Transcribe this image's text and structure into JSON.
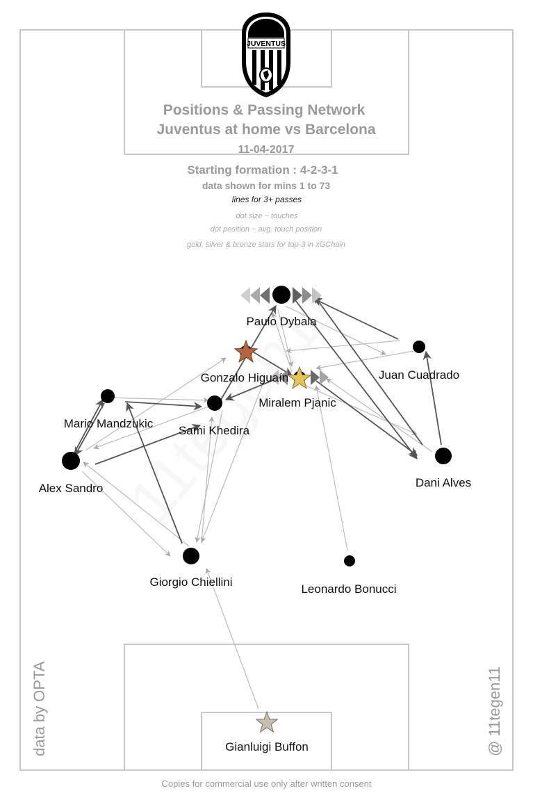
{
  "header": {
    "title_line1": "Positions & Passing Network",
    "title_line2": "Juventus at home vs Barcelona",
    "date": "11-04-2017",
    "formation": "Starting formation : 4-2-3-1",
    "minutes": "data shown for mins 1 to 73",
    "lines_note": "lines for 3+ passes",
    "legend_size": "dot size ~ touches",
    "legend_position": "dot position ~ avg. touch position",
    "legend_stars": "gold, silver & bronze stars for top-3 in xGChain"
  },
  "logo": {
    "text": "JUVENTUS",
    "icon": "juventus-crest-icon"
  },
  "credits": {
    "left": "data by OPTA",
    "right": "@ 11tegen11",
    "footer": "Copies for commercial use only after written consent"
  },
  "colors": {
    "pitch_line": "#c8c8c8",
    "dot": "#000000",
    "pass_dark": "#555555",
    "pass_light": "#bbbbbb",
    "gold_star": "#e3c45c",
    "silver_star": "#c6bfae",
    "bronze_star": "#b5663e",
    "header_text": "#9a9a9a"
  },
  "players": [
    {
      "id": "dybala",
      "name": "Paulo Dybala",
      "touches": "high",
      "star": ""
    },
    {
      "id": "higuain",
      "name": "Gonzalo Higuaín",
      "touches": "low",
      "star": "bronze"
    },
    {
      "id": "pjanic",
      "name": "Miralem Pjanic",
      "touches": "low",
      "star": "gold"
    },
    {
      "id": "cuadrado",
      "name": "Juan Cuadrado",
      "touches": "low",
      "star": ""
    },
    {
      "id": "mandzukic",
      "name": "Mario Mandzukic",
      "touches": "mid",
      "star": ""
    },
    {
      "id": "khedira",
      "name": "Sami Khedira",
      "touches": "mid",
      "star": ""
    },
    {
      "id": "sandro",
      "name": "Alex Sandro",
      "touches": "high",
      "star": ""
    },
    {
      "id": "alves",
      "name": "Dani Alves",
      "touches": "high",
      "star": ""
    },
    {
      "id": "chiellini",
      "name": "Giorgio Chiellini",
      "touches": "mid",
      "star": ""
    },
    {
      "id": "bonucci",
      "name": "Leonardo Bonucci",
      "touches": "low",
      "star": ""
    },
    {
      "id": "buffon",
      "name": "Gianluigi Buffon",
      "touches": "low",
      "star": "silver"
    }
  ]
}
